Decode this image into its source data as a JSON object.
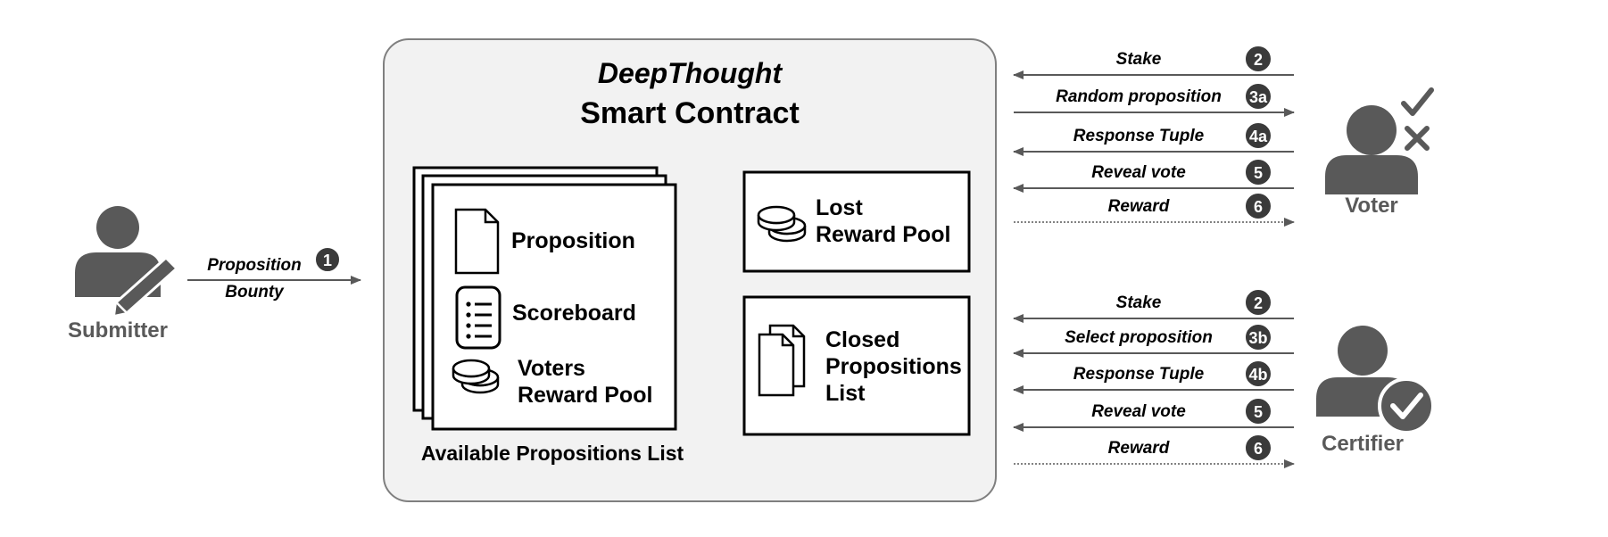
{
  "contract": {
    "title_italic": "DeepThought",
    "title_bold": "Smart Contract"
  },
  "available_list": {
    "caption": "Available Propositions List",
    "items": {
      "proposition": "Proposition",
      "scoreboard": "Scoreboard",
      "voters_line1": "Voters",
      "voters_line2": "Reward Pool"
    }
  },
  "lost_pool": {
    "line1": "Lost",
    "line2": "Reward Pool"
  },
  "closed_list": {
    "line1": "Closed",
    "line2": "Propositions",
    "line3": "List"
  },
  "submitter": {
    "label": "Submitter",
    "arrow_top": "Proposition",
    "arrow_bottom": "Bounty",
    "step": "1"
  },
  "voter": {
    "label": "Voter",
    "steps": [
      {
        "label": "Stake",
        "step": "2"
      },
      {
        "label": "Random proposition",
        "step": "3a"
      },
      {
        "label": "Response Tuple",
        "step": "4a"
      },
      {
        "label": "Reveal vote",
        "step": "5"
      },
      {
        "label": "Reward",
        "step": "6"
      }
    ]
  },
  "certifier": {
    "label": "Certifier",
    "steps": [
      {
        "label": "Stake",
        "step": "2"
      },
      {
        "label": "Select proposition",
        "step": "3b"
      },
      {
        "label": "Response Tuple",
        "step": "4b"
      },
      {
        "label": "Reveal vote",
        "step": "5"
      },
      {
        "label": "Reward",
        "step": "6"
      }
    ]
  },
  "colors": {
    "actor": "#595959",
    "badge": "#3a3a3a",
    "contract_fill": "#f2f2f2",
    "arrow": "#595959"
  }
}
